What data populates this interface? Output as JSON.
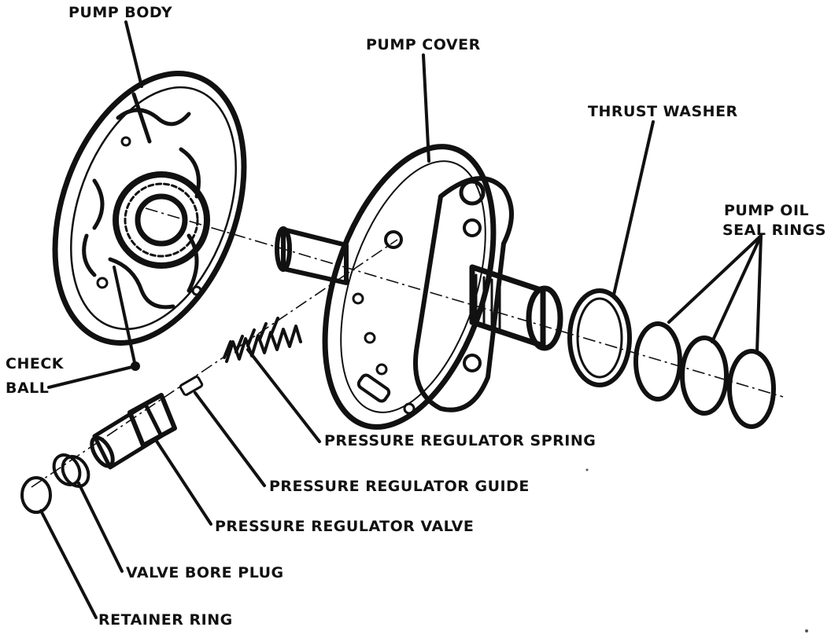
{
  "labels": {
    "pump_body": "PUMP BODY",
    "pump_cover": "PUMP COVER",
    "thrust_washer": "THRUST WASHER",
    "pump_oil_seal_rings_1": "PUMP OIL",
    "pump_oil_seal_rings_2": "SEAL RINGS",
    "check_ball_1": "CHECK",
    "check_ball_2": "BALL",
    "pressure_regulator_spring": "PRESSURE REGULATOR SPRING",
    "pressure_regulator_guide": "PRESSURE REGULATOR GUIDE",
    "pressure_regulator_valve": "PRESSURE REGULATOR VALVE",
    "valve_bore_plug": "VALVE BORE PLUG",
    "retainer_ring": "RETAINER RING"
  },
  "colors": {
    "ink": "#111111",
    "paper": "#ffffff"
  }
}
